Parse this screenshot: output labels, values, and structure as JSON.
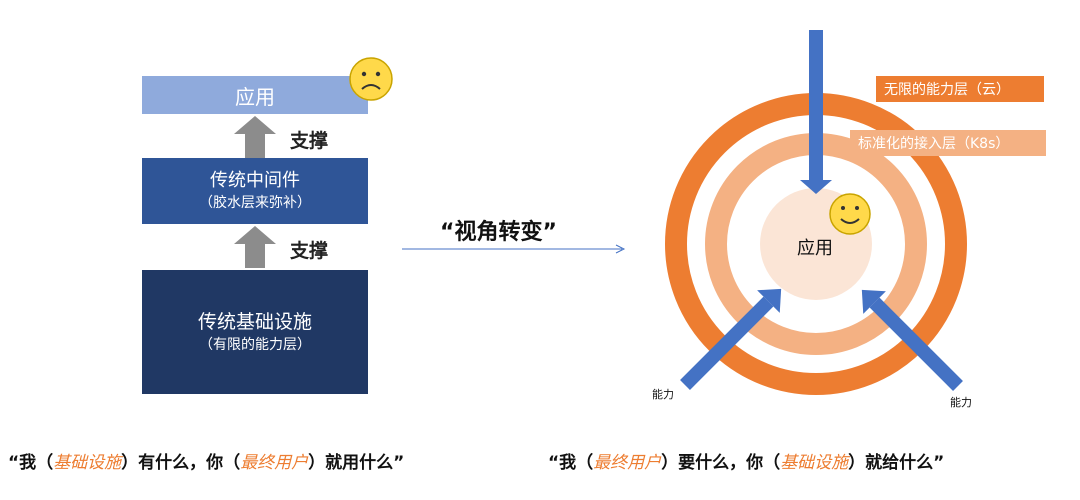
{
  "left": {
    "app_label": "应用",
    "middleware_title": "传统中间件",
    "middleware_note": "（胶水层来弥补）",
    "infra_title": "传统基础设施",
    "infra_note": "（有限的能力层）",
    "support_upper": "支撑",
    "support_lower": "支撑"
  },
  "center": {
    "shift_label": "“视角转变”"
  },
  "right": {
    "cloud_layer": "无限的能力层（云）",
    "k8s_layer": "标准化的接入层（K8s）",
    "app_label": "应用",
    "capability_left": "能力",
    "capability_right": "能力",
    "colors": {
      "outer_ring": "#ed7d31",
      "middle_ring": "#f4b183",
      "inner_core": "#fbe5d6",
      "arrow": "#4472c4"
    }
  },
  "bottom": {
    "left_quote": {
      "p1": "“我（",
      "e1": "基础设施",
      "p2": "）有什么，你（",
      "e2": "最终用户",
      "p3": "）就用什么”"
    },
    "right_quote": {
      "p1": "“我（",
      "e1": "最终用户",
      "p2": "）要什么，你（",
      "e2": "基础设施",
      "p3": "）就给什么”"
    }
  }
}
